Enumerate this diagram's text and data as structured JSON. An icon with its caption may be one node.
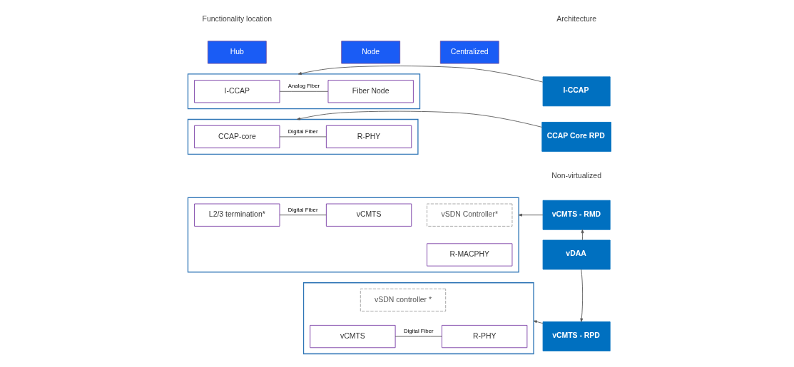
{
  "diagram": {
    "nodes": [
      {
        "text": [
          "Centralized"
        ]
      },
      {
        "text": [
          "Hub"
        ]
      },
      {
        "text": [
          "Node"
        ]
      },
      {
        "text": [
          "I-CCAP"
        ]
      },
      {
        "text": [
          "CCAP Core RPD"
        ]
      },
      {
        "text": [
          "vCMTS - RMD"
        ]
      },
      {
        "text": [
          "vDAA"
        ]
      },
      {
        "text": [
          "vCMTS - RPD"
        ]
      },
      {
        "text": [],
        "shape": "box"
      },
      {
        "text": [
          "I-CCAP"
        ],
        "in": 8
      },
      {
        "text": [
          "Fiber Node"
        ],
        "in": 8
      },
      {
        "text": [],
        "shape": "box"
      },
      {
        "text": [
          "CCAP-core"
        ],
        "in": 11
      },
      {
        "text": [
          "R-PHY"
        ],
        "in": 11
      },
      {
        "text": [],
        "shape": "box"
      },
      {
        "text": [
          "vSDN Controller*"
        ],
        "in": 14
      },
      {
        "text": [
          "L2/3 termination*"
        ],
        "in": 14
      },
      {
        "text": [
          "vCMTS"
        ],
        "in": 14
      },
      {
        "text": [
          "R-MACPHY"
        ],
        "in": 14
      },
      {
        "text": [],
        "shape": "box"
      },
      {
        "text": [
          "vSDN controller *"
        ],
        "in": 19
      },
      {
        "text": [
          "vCMTS"
        ],
        "in": 19
      },
      {
        "text": [
          "R-PHY"
        ],
        "in": 19
      }
    ],
    "edges": [
      {
        "from": 6,
        "to": 5,
        "arrow": "to"
      },
      {
        "from": 6,
        "to": 7,
        "arrow": "to"
      },
      {
        "from": 3,
        "to": 8,
        "arrow": "to"
      },
      {
        "from": 4,
        "to": 11,
        "arrow": "to"
      },
      {
        "from": 5,
        "to": 14,
        "arrow": "to"
      },
      {
        "from": 7,
        "to": 19,
        "arrow": "to"
      },
      {
        "from": 9,
        "to": 10,
        "arrow": "none",
        "label": "Analog Fiber"
      },
      {
        "from": 12,
        "to": 13,
        "arrow": "none",
        "label": "Digital Fiber"
      },
      {
        "from": 16,
        "to": 17,
        "arrow": "none",
        "label": "Digital Fiber"
      },
      {
        "from": 21,
        "to": 22,
        "arrow": "none",
        "label": "Digital Fiber"
      }
    ],
    "labels": [
      "Architecture",
      "Functionality location",
      "Non-virtualized"
    ]
  }
}
